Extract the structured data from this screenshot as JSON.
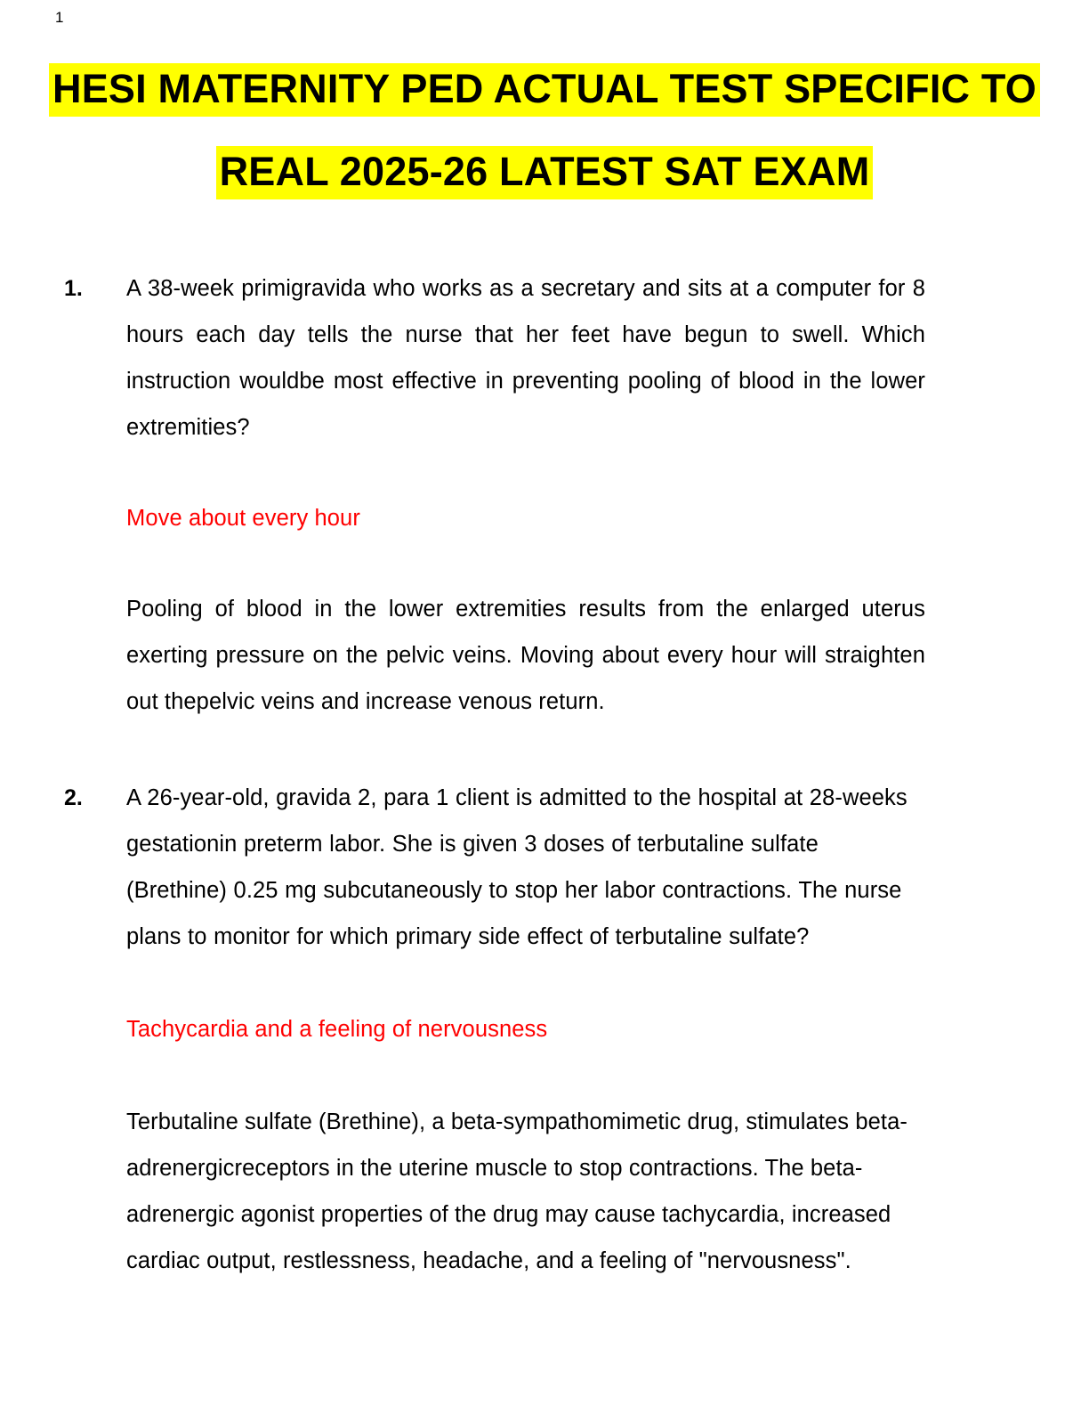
{
  "document": {
    "page_number": "1",
    "colors": {
      "highlight": "#FFFF00",
      "answer_text": "#FF0000",
      "body_text": "#000000",
      "background": "#FFFFFF"
    },
    "title": {
      "line1": "HESI MATERNITY PED ACTUAL TEST SPECIFIC TO",
      "line2": "REAL 2025-26 LATEST SAT EXAM"
    },
    "questions": [
      {
        "number": "1.",
        "stem": "A 38-week primigravida who works as a secretary and sits at a computer for 8 hours each day tells the nurse that her feet have begun to swell. Which instruction  wouldbe most effective in preventing pooling of blood in the lower extremities?",
        "answer": "Move about every hour",
        "rationale": "Pooling of blood in the lower extremities results from the enlarged uterus exerting pressure on the pelvic veins. Moving about every hour will straighten out thepelvic veins and increase venous return."
      },
      {
        "number": "2.",
        "stem": "A 26-year-old, gravida 2, para 1 client is admitted to the hospital at 28-weeks gestationin preterm labor. She is given 3 doses of terbutaline sulfate (Brethine) 0.25 mg subcutaneously to stop her labor contractions. The nurse plans to monitor for which primary side effect of terbutaline sulfate?",
        "answer": "Tachycardia and a feeling of nervousness",
        "rationale": "Terbutaline sulfate (Brethine), a beta-sympathomimetic drug, stimulates beta-adrenergicreceptors in the uterine muscle to stop contractions. The beta-adrenergic agonist properties of the drug may cause tachycardia, increased cardiac output, restlessness, headache, and a feeling of \"nervousness\"."
      }
    ]
  }
}
